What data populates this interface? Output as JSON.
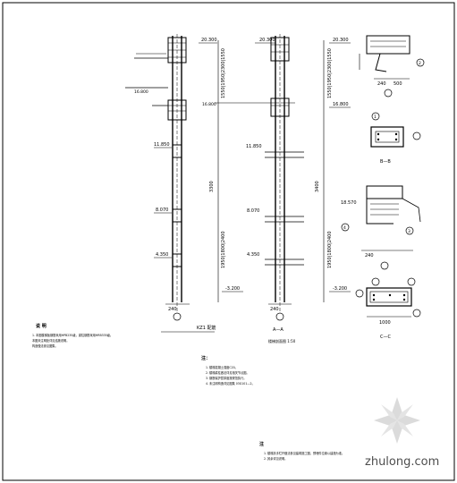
{
  "labels": {
    "elev_top_1": "20.300",
    "elev_top_2": "20.300",
    "elev_top_3": "20.300",
    "elev_mid_left": "16.800",
    "elev_mid_center": "16.800",
    "elev_mid_right": "16.800",
    "elev_11850_a": "11.850",
    "elev_11850_b": "11.850",
    "elev_8070_a": "8.070",
    "elev_8070_b": "8.070",
    "elev_4350_a": "4.350",
    "elev_4350_b": "4.350",
    "elev_bot_1": "-3.200",
    "elev_bot_2": "-3.200",
    "elev_1_8570": "18.570",
    "dim_240_1": "240",
    "dim_240_2": "240",
    "dim_240_3": "240",
    "dim_240_4": "240",
    "dim_500": "500",
    "dim_1000": "1000",
    "dim_3300": "3300",
    "dim_3400": "3400",
    "vertical_dim_1": "1550|1950|2300|1550",
    "vertical_dim_2": "1550|1950|2300|1550",
    "vertical_dim_3": "1950|1800|2400",
    "vertical_dim_4": "1950|1800|2400",
    "kz1_title": "KZ1 配筋",
    "section_a_title": "A—A",
    "section_a_sub": "楼梯剖面图 1:50",
    "section_b_title": "B—B",
    "section_c_title": "C—C",
    "notes_left_title": "说 明",
    "notes_left_1": "1. 本图楼梯板钢筋采用HPB235级，梁柱钢筋采用HRB335级。",
    "notes_left_2": "   本图未注明处详见结施说明。",
    "notes_left_3": "   构造做法参见图集。",
    "notes_center_title": "注：",
    "notes_center_1": "1. 楼梯混凝土强度C20。",
    "notes_center_2": "2. 楼梯梁柱做法详见相关节点图。",
    "notes_center_3": "3. 钢筋保护层厚度按规范执行。",
    "notes_center_4": "4. 未注明构造详见图集 03G101—2。",
    "notes_bottom_title": "注",
    "notes_bottom_1": "1. 楼梯扶手栏杆做法参见建筑施工图，预埋件位置以建施为准。",
    "notes_bottom_2": "2. 其余详见说明。",
    "circle_1": "1",
    "circle_2": "2",
    "circle_3": "3",
    "circle_4": "4",
    "watermark": "zhulong.com"
  }
}
